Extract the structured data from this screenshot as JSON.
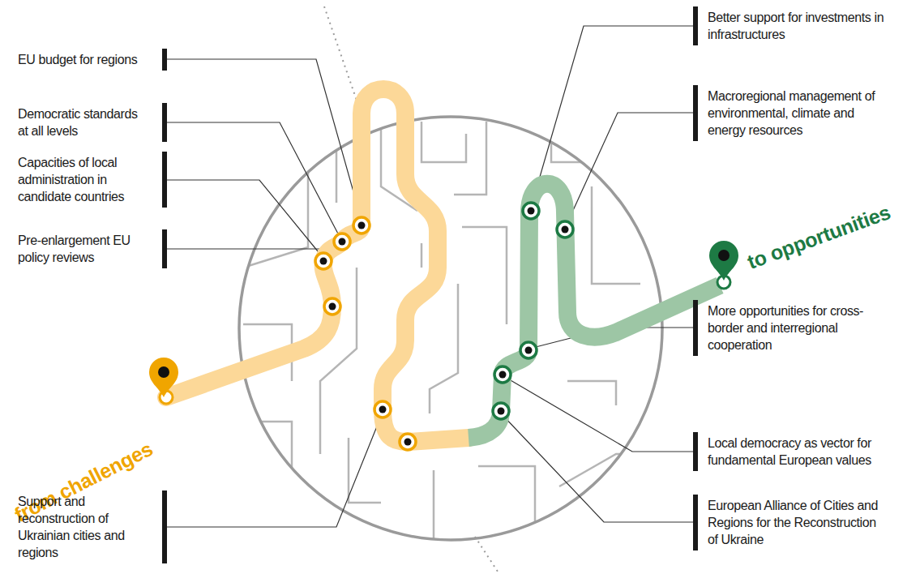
{
  "diagram": {
    "labels": [
      "EU budget for regions",
      "Democratic standards at all levels",
      "Capacities of local administration in candidate countries",
      "Pre-enlargement EU policy reviews",
      "from challenges",
      "Support and reconstruction of Ukrainian cities and regions",
      "Better support for investments in infrastructures",
      "Macroregional management of environmental, climate and energy resources",
      "to opportunities",
      "More opportunities for cross-border and interregional cooperation",
      "Local democracy as vector for fundamental European values",
      "European Alliance of Cities and Regions for the Reconstruction of Ukraine"
    ]
  }
}
